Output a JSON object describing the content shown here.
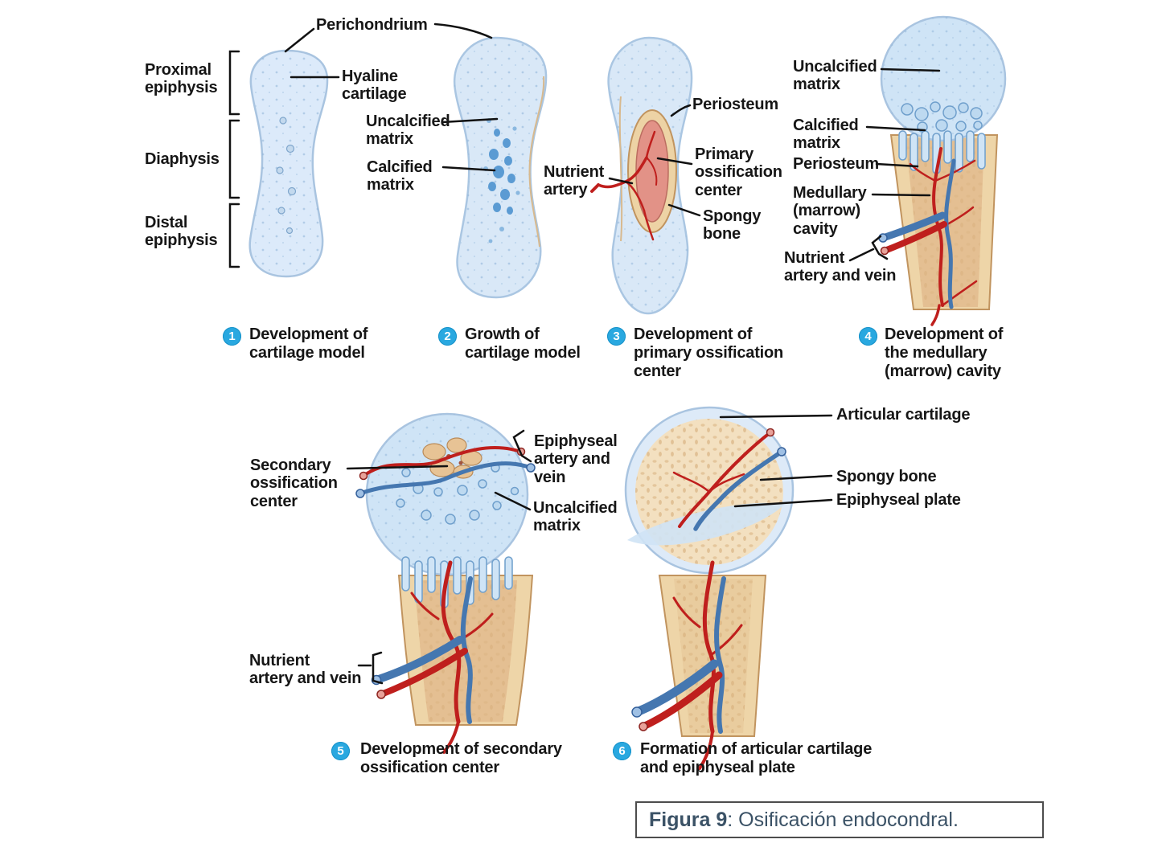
{
  "regions": {
    "proximal_epiphysis": "Proximal\nepiphysis",
    "diaphysis": "Diaphysis",
    "distal_epiphysis": "Distal\nepiphysis"
  },
  "labels": {
    "perichondrium": "Perichondrium",
    "hyaline_cartilage": "Hyaline\ncartilage",
    "uncalcified_matrix_s2": "Uncalcified\nmatrix",
    "calcified_matrix_s2": "Calcified\nmatrix",
    "nutrient_artery_s3": "Nutrient\nartery",
    "periosteum_s3": "Periosteum",
    "primary_ossification_center": "Primary\nossification\ncenter",
    "spongy_bone_s3": "Spongy\nbone",
    "uncalcified_matrix_s4": "Uncalcified\nmatrix",
    "calcified_matrix_s4": "Calcified\nmatrix",
    "periosteum_s4": "Periosteum",
    "medullary_cavity": "Medullary\n(marrow)\ncavity",
    "nutrient_artery_vein_s4": "Nutrient\nartery and vein",
    "secondary_ossification_center": "Secondary\nossification\ncenter",
    "epiphyseal_artery_vein": "Epiphyseal\nartery and\nvein",
    "uncalcified_matrix_s5": "Uncalcified\nmatrix",
    "nutrient_artery_vein_s5": "Nutrient\nartery and vein",
    "articular_cartilage": "Articular cartilage",
    "spongy_bone_s6": "Spongy bone",
    "epiphyseal_plate": "Epiphyseal plate"
  },
  "stages": [
    {
      "num": "1",
      "caption": "Development of\ncartilage model"
    },
    {
      "num": "2",
      "caption": "Growth of\ncartilage model"
    },
    {
      "num": "3",
      "caption": "Development of\nprimary ossification\ncenter"
    },
    {
      "num": "4",
      "caption": "Development of\nthe medullary\n(marrow) cavity"
    },
    {
      "num": "5",
      "caption": "Development of secondary\nossification center"
    },
    {
      "num": "6",
      "caption": "Formation of articular cartilage\nand epiphyseal plate"
    }
  ],
  "figure_caption": {
    "label": "Figura 9",
    "text": ": Osificación endocondral."
  },
  "colors": {
    "stage_badge": "#29a8e0",
    "caption_text": "#3b5266",
    "label_text": "#161616",
    "cartilage_blue": "#d9e8f7",
    "calcified_blue": "#5b9bd3",
    "bone_tan": "#eed5a8",
    "marrow_salmon": "#e29287",
    "artery_red": "#bf1f1d",
    "vein_blue": "#4577b0"
  }
}
